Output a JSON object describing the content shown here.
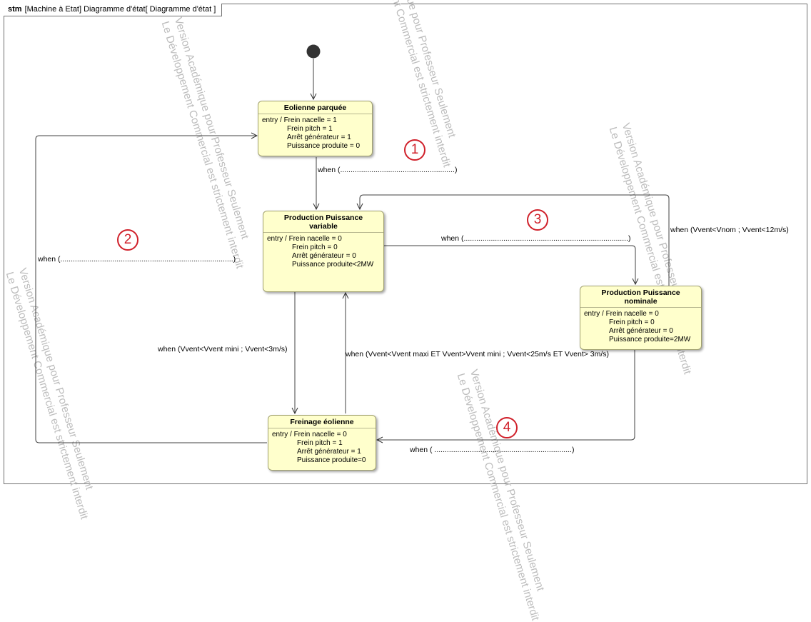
{
  "frame": {
    "keyword": "stm",
    "title": "[Machine à Etat] Diagramme d'état[ Diagramme d'état ]"
  },
  "states": {
    "parquee": {
      "name": "Eolienne parquée",
      "lines": [
        "entry / Frein nacelle = 1",
        "Frein pitch = 1",
        "Arrêt générateur  = 1",
        "Puissance produite  = 0"
      ]
    },
    "variable": {
      "name_line1": "Production Puissance",
      "name_line2": "variable",
      "lines": [
        "entry / Frein nacelle = 0",
        "Frein pitch = 0",
        "Arrêt générateur = 0",
        "Puissance produite<2MW"
      ]
    },
    "nominale": {
      "name_line1": "Production Puissance",
      "name_line2": "nominale",
      "lines": [
        "entry / Frein nacelle = 0",
        "Frein pitch = 0",
        "Arrêt générateur = 0",
        "Puissance produite=2MW"
      ]
    },
    "freinage": {
      "name": "Freinage éolienne",
      "lines": [
        "entry / Frein nacelle = 0",
        "Frein pitch = 1",
        "Arrêt générateur = 1",
        "Puissance produite=0"
      ]
    }
  },
  "transitions": {
    "t1": "when (.......................................................)",
    "t2": "when (...................................................................................)",
    "t3": "when (...............................................................................)",
    "t4": "when ( ..................................................................)",
    "t_nom_var": "when (Vvent<Vnom ; Vvent<12m/s)",
    "t_var_frein": "when (Vvent<Vvent mini ; Vvent<3m/s)",
    "t_frein_var": "when (Vvent<Vvent maxi ET Vvent>Vvent mini ; Vvent<25m/s ET Vvent> 3m/s)"
  },
  "markers": [
    "1",
    "2",
    "3",
    "4"
  ],
  "watermark": {
    "line1": "Version Académique pour Professeur Seulement",
    "line2": "Le Développement Commercial est strictement interdit"
  },
  "colors": {
    "state_fill": "#ffffcc",
    "marker": "#d0202a",
    "watermark": "#bdbdbd"
  }
}
